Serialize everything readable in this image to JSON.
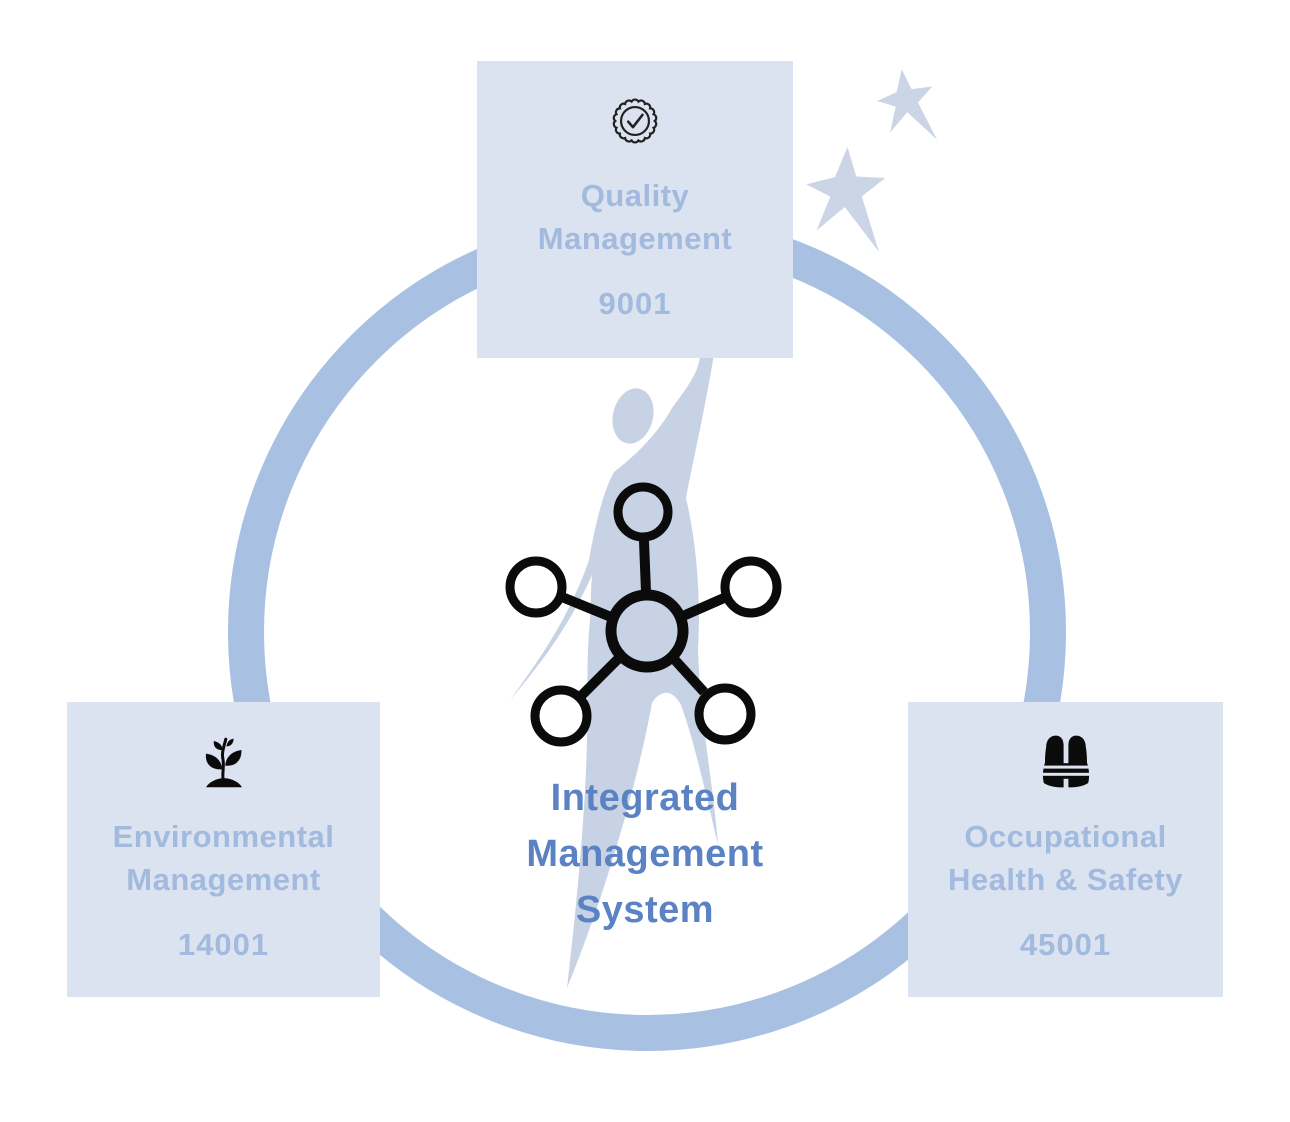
{
  "diagram": {
    "center": {
      "title_lines": [
        "Integrated",
        "Management",
        "System"
      ]
    },
    "nodes": [
      {
        "id": "quality-management",
        "title_lines": [
          "Quality",
          "Management"
        ],
        "standard": "9001",
        "icon": "certificate-badge-icon"
      },
      {
        "id": "environmental-management",
        "title_lines": [
          "Environmental",
          "Management"
        ],
        "standard": "14001",
        "icon": "seedling-icon"
      },
      {
        "id": "occupational-health-safety",
        "title_lines": [
          "Occupational",
          "Health & Safety"
        ],
        "standard": "45001",
        "icon": "safety-vest-icon"
      }
    ],
    "colors": {
      "node_bg": "#dbe2f0",
      "node_text": "#a1badd",
      "center_text": "#5b83c3",
      "ring": "#a8c0e1",
      "silhouette": "#c7d2e4",
      "stars": "#cbd5e6",
      "icon_black": "#0b0b0b"
    }
  }
}
